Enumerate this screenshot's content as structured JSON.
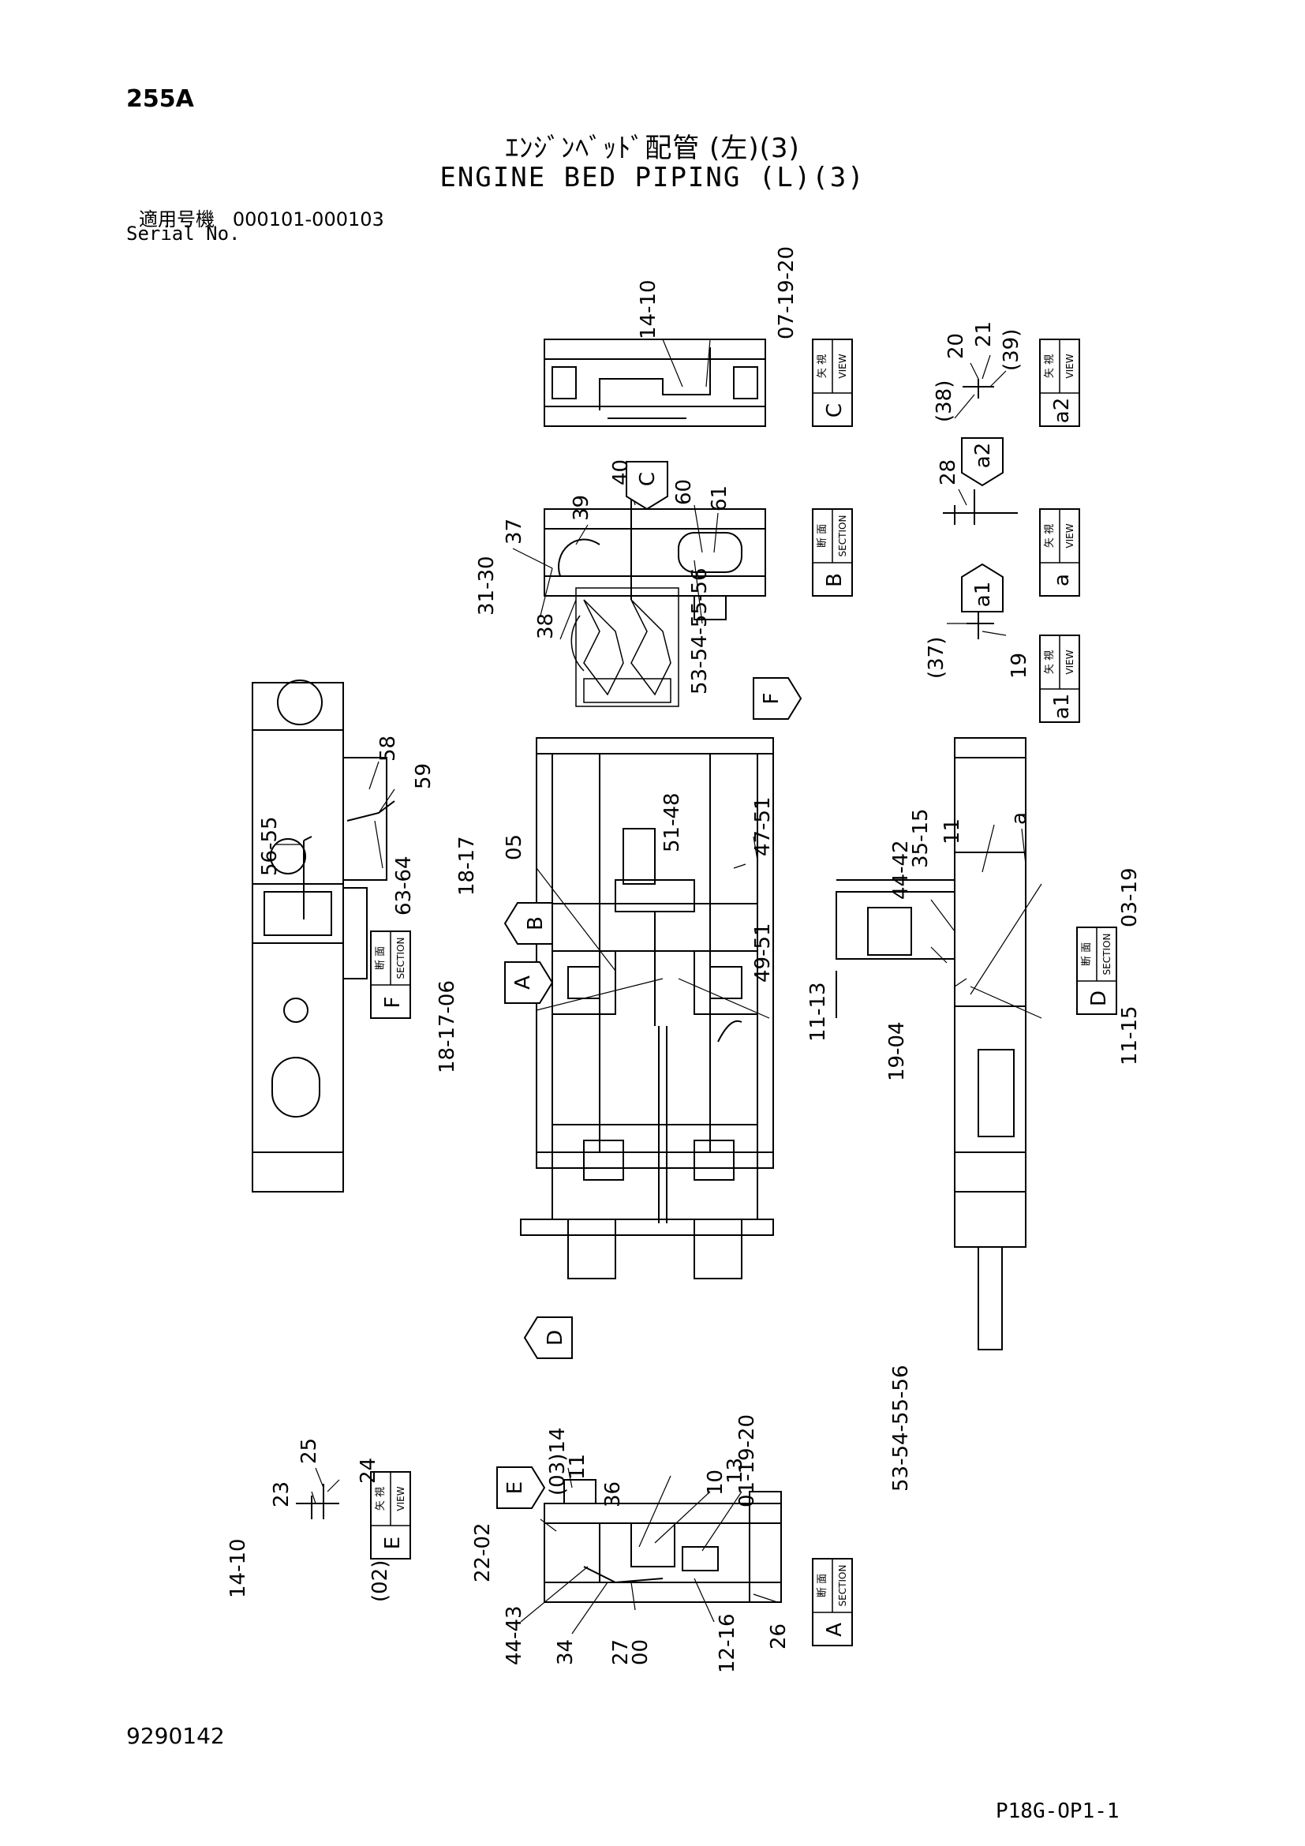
{
  "header": {
    "code": "255A",
    "title_jp": "ｴﾝｼﾞﾝﾍﾞｯﾄﾞ配管 (左)(3)",
    "title_en": "ENGINE BED PIPING (L)(3)",
    "serial_label_jp": "適用号機",
    "serial_range": "000101-000103",
    "serial_label_en": "Serial No."
  },
  "footer": {
    "doc_number": "9290142",
    "page_code": "P18G-OP1-1"
  },
  "boxes": [
    {
      "jp": "矢 視",
      "en": "VIEW",
      "letter": "C"
    },
    {
      "jp": "矢 視",
      "en": "VIEW",
      "letter": "a2"
    },
    {
      "jp": "断 面",
      "en": "SECTION",
      "letter": "B"
    },
    {
      "jp": "矢 視",
      "en": "VIEW",
      "letter": "a"
    },
    {
      "jp": "矢 視",
      "en": "VIEW",
      "letter": "a1"
    },
    {
      "jp": "断 面",
      "en": "SECTION",
      "letter": "F"
    },
    {
      "jp": "断 面",
      "en": "SECTION",
      "letter": "D"
    },
    {
      "jp": "矢 視",
      "en": "VIEW",
      "letter": "E"
    },
    {
      "jp": "断 面",
      "en": "SECTION",
      "letter": "A"
    }
  ],
  "arrows": [
    "C",
    "a2",
    "a1",
    "F",
    "B",
    "A",
    "D",
    "E"
  ],
  "callouts": [
    "14-10",
    "07-19-20",
    "20",
    "21",
    "(39)",
    "(38)",
    "28",
    "39",
    "40",
    "60",
    "61",
    "37",
    "31-30",
    "38",
    "53-54-55-56",
    "(37)",
    "19",
    "58",
    "59",
    "56-55",
    "63-64",
    "18-17",
    "05",
    "51-48",
    "47-51",
    "49-51",
    "35-15",
    "11",
    "a",
    "44-42",
    "03-19",
    "18-17-06",
    "11-13",
    "19-04",
    "11-15",
    "25",
    "24",
    "23",
    "14-10",
    "(02)",
    "(03)14",
    "11",
    "01-19-20",
    "36",
    "10",
    "13",
    "53-54-55-56",
    "22-02",
    "44-43",
    "34",
    "27",
    "00",
    "12-16",
    "26"
  ]
}
